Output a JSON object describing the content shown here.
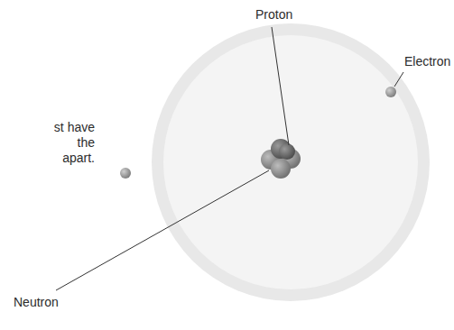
{
  "diagram": {
    "labels": [
      "Proton",
      "Electron",
      "st have the apart.",
      "Neutron"
    ]
  }
}
